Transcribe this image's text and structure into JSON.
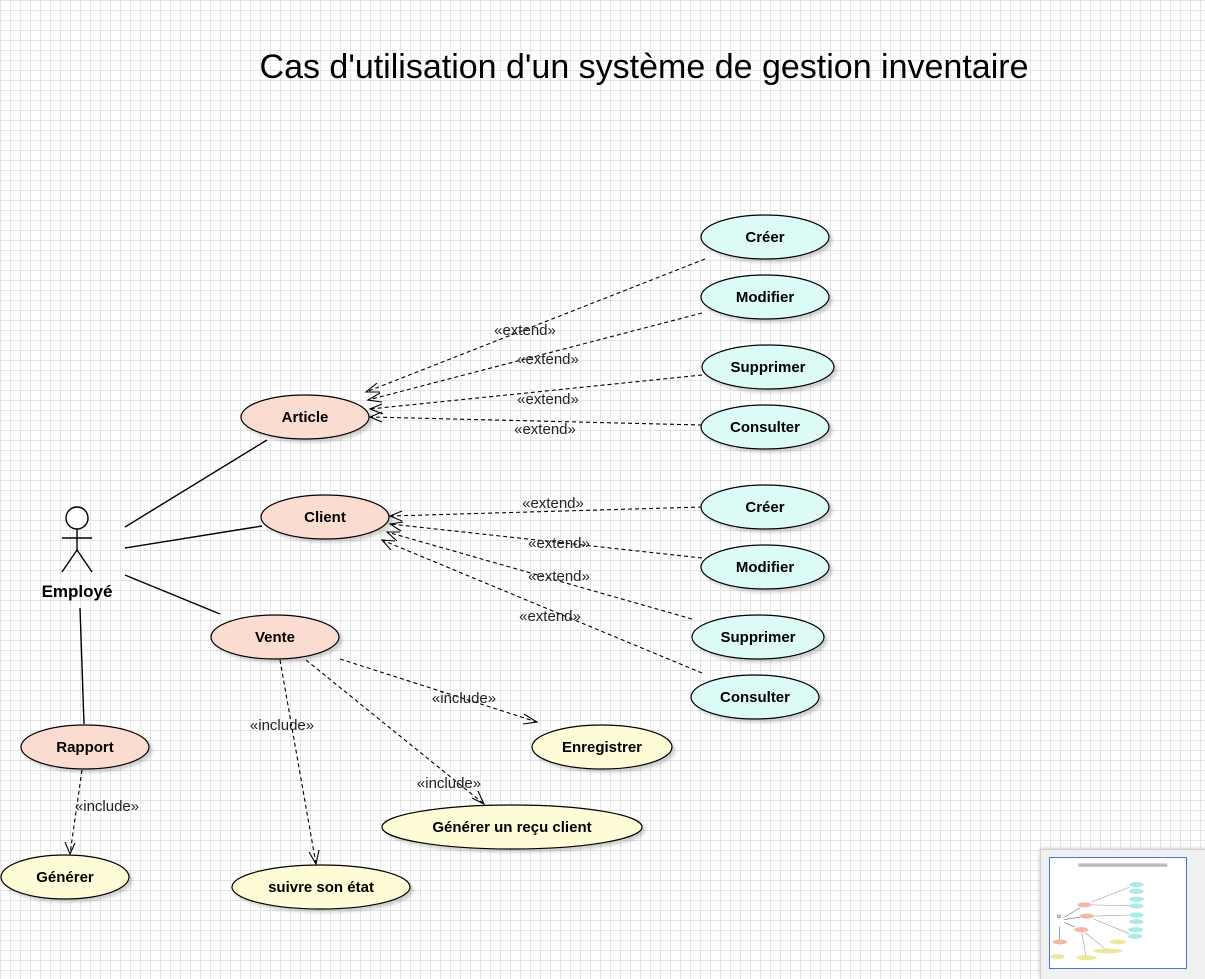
{
  "diagram": {
    "title": "Cas d'utilisation d'un système de gestion inventaire",
    "actor": {
      "label": "Employé"
    },
    "colors": {
      "primary_fill": "#fbdcd1",
      "extension_fill": "#dcfbf7",
      "include_fill": "#fdfcd6",
      "line": "#000000"
    },
    "stereotypes": {
      "extend": "«extend»",
      "include": "«include»"
    },
    "use_cases": {
      "article": "Article",
      "client": "Client",
      "vente": "Vente",
      "rapport": "Rapport",
      "article_creer": "Créer",
      "article_modifier": "Modifier",
      "article_supprimer": "Supprimer",
      "article_consulter": "Consulter",
      "client_creer": "Créer",
      "client_modifier": "Modifier",
      "client_supprimer": "Supprimer",
      "client_consulter": "Consulter",
      "enregistrer": "Enregistrer",
      "generer_recu": "Générer un reçu client",
      "suivre_etat": "suivre son état",
      "generer": "Générer"
    }
  }
}
